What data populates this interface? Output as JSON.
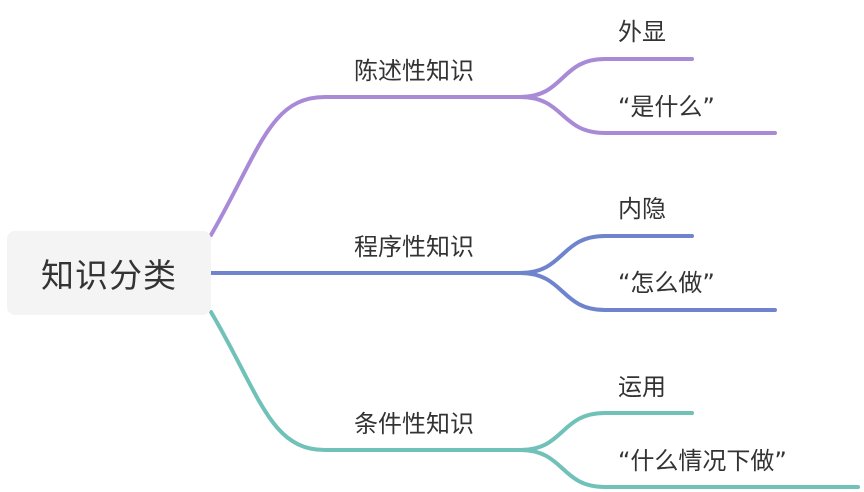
{
  "root": {
    "label": "知识分类"
  },
  "branches": [
    {
      "label": "陈述性知识",
      "color": "#a98ad6",
      "leaves": [
        {
          "label": "外显"
        },
        {
          "label": "“是什么”"
        }
      ]
    },
    {
      "label": "程序性知识",
      "color": "#6f84cc",
      "leaves": [
        {
          "label": "内隐"
        },
        {
          "label": "“怎么做”"
        }
      ]
    },
    {
      "label": "条件性知识",
      "color": "#70c1b8",
      "leaves": [
        {
          "label": "运用"
        },
        {
          "label": "“什么情况下做”"
        }
      ]
    }
  ]
}
